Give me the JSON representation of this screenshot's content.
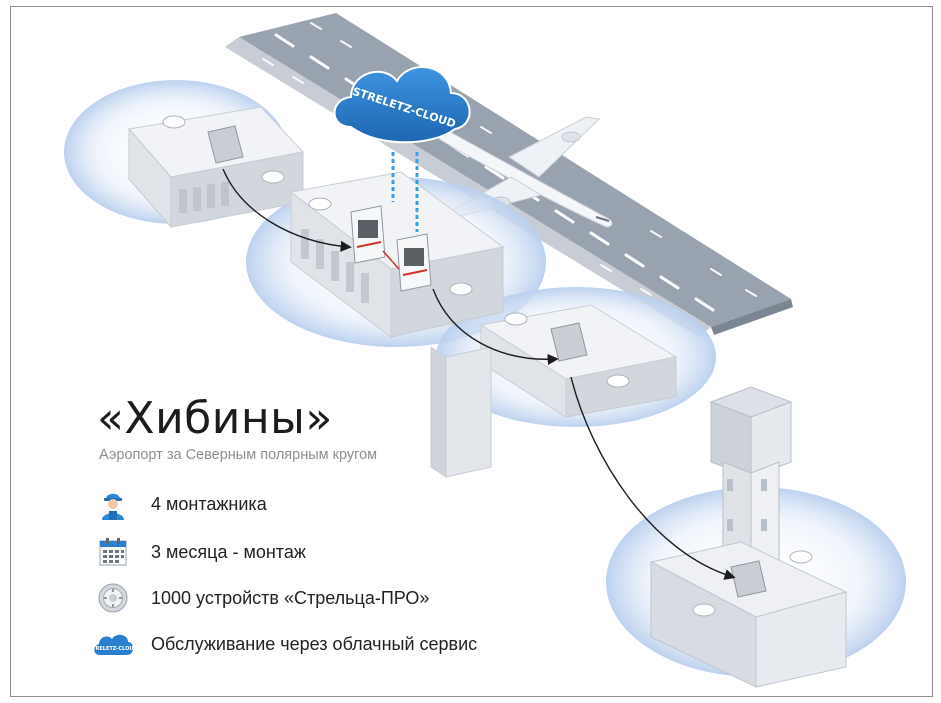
{
  "headline": {
    "title": "«Хибины»",
    "subtitle": "Аэропорт за Северным полярным кругом"
  },
  "cloud_label": "STRELETZ-CLOUD",
  "cloud_icon_label": "STRELETZ-CLOUD",
  "facts": [
    {
      "icon": "installer-icon",
      "label": "4 монтажника"
    },
    {
      "icon": "calendar-icon",
      "label": "3 месяца - монтаж"
    },
    {
      "icon": "detector-icon",
      "label": "1000 устройств «Стрельца-ПРО»"
    },
    {
      "icon": "cloud-icon",
      "label": "Обслуживание через облачный сервис"
    }
  ],
  "colors": {
    "runway": "#97a0ad",
    "runway_edge": "#7f8895",
    "cloud": "#2a7fd1",
    "cloud_dark": "#1c5fa5",
    "halo": "#bcd1ef",
    "building": "#eef0f4",
    "building_shade": "#d3d7de",
    "link": "#3b9ee3",
    "text": "#222222",
    "muted": "#8e8e8e"
  }
}
